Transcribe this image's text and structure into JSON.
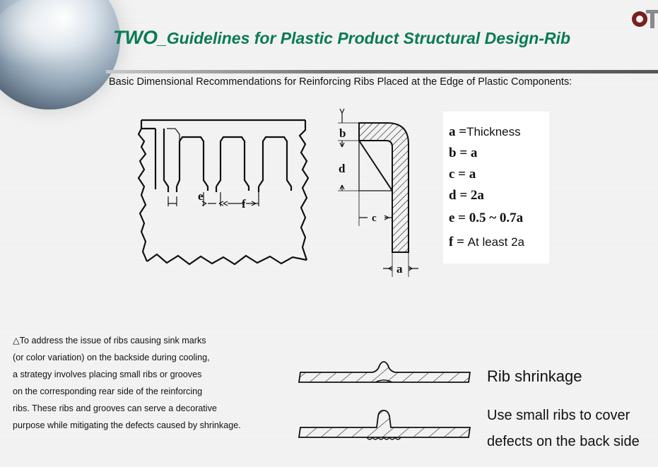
{
  "slide": {
    "title_lead": "TWO",
    "title_rest": "_Guidelines for Plastic Product Structural Design-Rib",
    "subtitle": "Basic Dimensional Recommendations for Reinforcing Ribs Placed at the Edge of Plastic Components:"
  },
  "figure_labels": {
    "e": "e",
    "f": "f",
    "b": "b",
    "d": "d",
    "c": "c",
    "a": "a"
  },
  "relations": [
    {
      "lhs": "a =",
      "rhs": "Thickness"
    },
    {
      "lhs": "b = a",
      "rhs": ""
    },
    {
      "lhs": "c = a",
      "rhs": ""
    },
    {
      "lhs": "d = 2a",
      "rhs": ""
    },
    {
      "lhs": "e = 0.5 ~ 0.7a",
      "rhs": ""
    },
    {
      "lhs": "f =",
      "rhs": "At least 2a"
    }
  ],
  "note_lines": [
    "△To address the issue of ribs causing sink marks",
    "(or color variation) on the backside during cooling,",
    " a strategy involves placing small ribs or grooves",
    "on the corresponding rear side of the reinforcing",
    "ribs. These ribs and grooves can serve a decorative",
    " purpose while mitigating the defects caused by shrinkage."
  ],
  "bottom_labels": {
    "shrinkage": "Rib shrinkage",
    "cover_line1": "Use small ribs to cover",
    "cover_line2": "defects on the back side"
  }
}
